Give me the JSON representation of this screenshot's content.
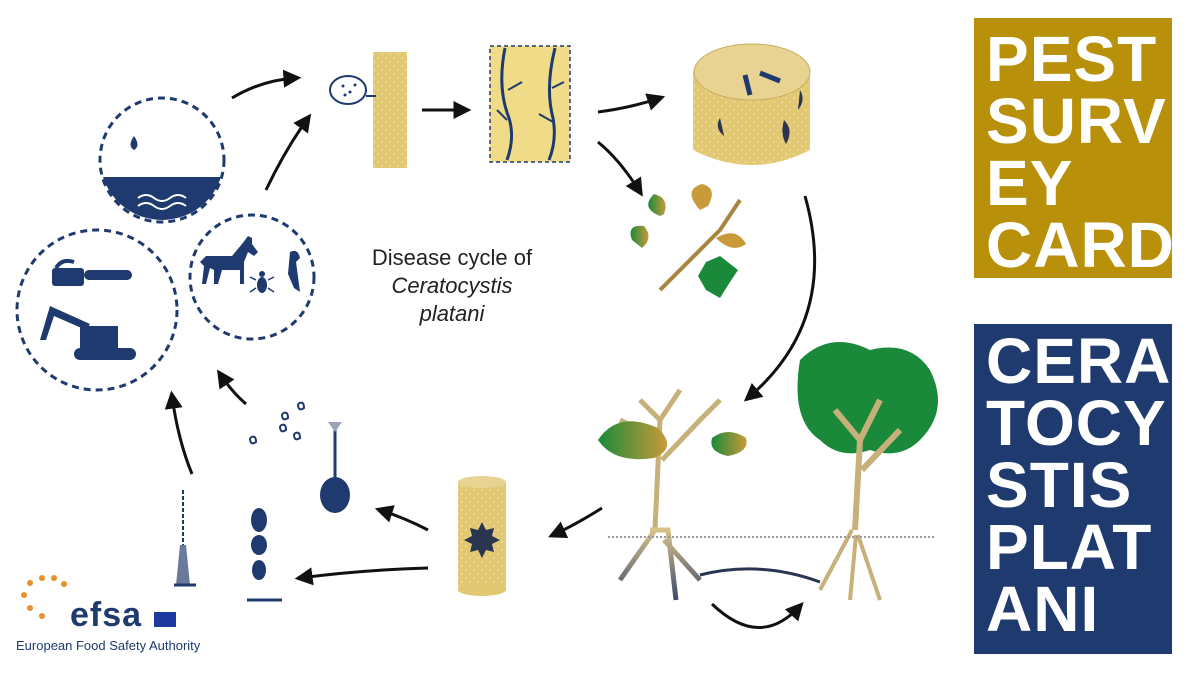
{
  "caption": {
    "line1": "Disease cycle of",
    "line2": "Ceratocystis",
    "line3": "platani"
  },
  "card_top": {
    "lines": [
      "PEST",
      "SURV",
      "EY",
      "CARD"
    ],
    "color": "#b8900a"
  },
  "card_bottom": {
    "lines": [
      "CERA",
      "TOCY",
      "STIS",
      "PLAT",
      "ANI"
    ],
    "color": "#1f3a6e"
  },
  "logo": {
    "word": "efsa",
    "subtitle": "European Food Safety Authority"
  },
  "colors": {
    "navy": "#1f3a6e",
    "wood": "#e0c46a",
    "green": "#1a8a3a",
    "bark": "#c8b07a"
  }
}
